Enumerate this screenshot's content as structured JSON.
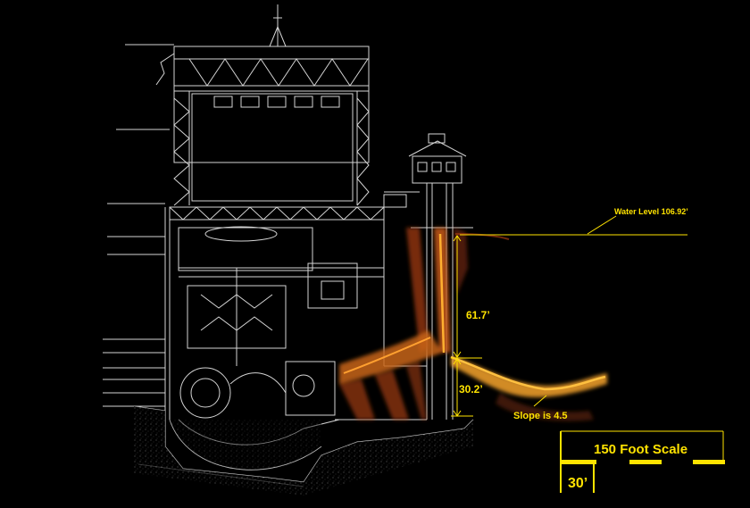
{
  "annotations": {
    "water_level": "Water Level 106.92’",
    "depth_upper": "61.7’",
    "depth_lower": "30.2’",
    "slope": "Slope is 4.5"
  },
  "scale_bar": {
    "title": "150 Foot Scale",
    "segment_label": "30’"
  },
  "colors": {
    "background": "#000000",
    "drawing_lines": "#d9d9d9",
    "annotation": "#ffe300",
    "sonar_bright": "#ffb030",
    "sonar_dim": "#a03a10"
  }
}
